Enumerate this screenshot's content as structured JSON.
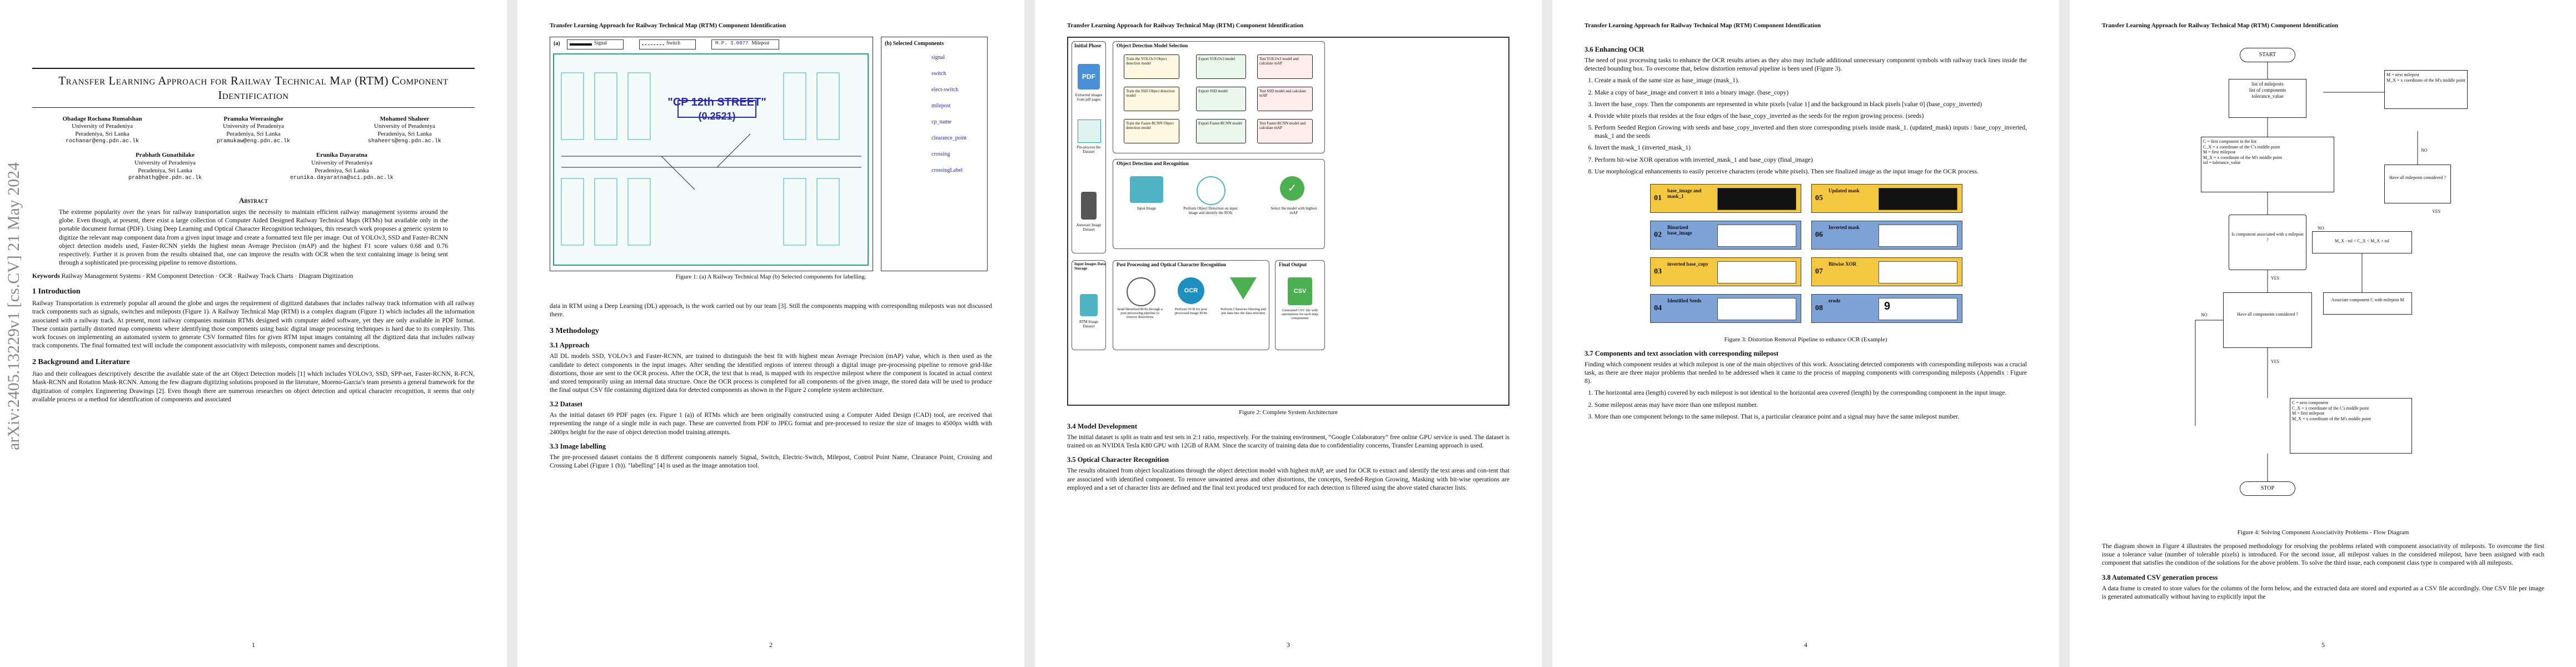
{
  "arxiv_id": "arXiv:2405.13229v1  [cs.CV]  21 May 2024",
  "running_head": "Transfer Learning Approach for Railway Technical Map (RTM) Component Identification",
  "title": "Transfer Learning Approach for Railway Technical Map (RTM) Component Identification",
  "authors_row1": [
    {
      "name": "Obadage Rochana Rumalshan",
      "aff1": "University of Peradeniya",
      "aff2": "Peradeniya, Sri Lanka",
      "email": "rochanar@eng.pdn.ac.lk"
    },
    {
      "name": "Pramuka Weerasinghe",
      "aff1": "University of Peradeniya",
      "aff2": "Peradeniya, Sri Lanka",
      "email": "pramukaw@eng.pdn.ac.lk"
    },
    {
      "name": "Mohamed Shaheer",
      "aff1": "University of Peradeniya",
      "aff2": "Peradeniya, Sri Lanka",
      "email": "shaheers@eng.pdn.ac.lk"
    }
  ],
  "authors_row2": [
    {
      "name": "Prabhath Gunathilake",
      "aff1": "University of Peradeniya",
      "aff2": "Peradeniya, Sri Lanka",
      "email": "prabhathg@ee.pdn.ac.lk"
    },
    {
      "name": "Erunika Dayaratna",
      "aff1": "University of Peradeniya",
      "aff2": "Peradeniya, Sri Lanka",
      "email": "erunika.dayaratna@sci.pdn.ac.lk"
    }
  ],
  "abstract_heading": "Abstract",
  "abstract": "The extreme popularity over the years for railway transportation urges the necessity to maintain efficient railway management systems around the globe. Even though, at present, there exist a large collection of Computer Aided Designed Railway Technical Maps (RTMs) but available only in the portable document format (PDF). Using Deep Learning and Optical Character Recognition techniques, this research work proposes a generic system to digitize the relevant map component data from a given input image and create a formatted text file per image. Out of YOLOv3, SSD and Faster-RCNN object detection models used, Faster-RCNN yields the highest mean Average Precision (mAP) and the highest F1 score values 0.68 and 0.76 respectively. Further it is proven from the results obtained that, one can improve the results with OCR when the text containing image is being sent through a sophisticated pre-processing pipeline to remove distortions.",
  "keywords_label": "Keywords",
  "keywords": "Railway Management Systems · RM Component Detection · OCR · Railway Track Charts · Diagram Digitization",
  "p1": {
    "s1": "1   Introduction",
    "s1_text": "Railway Transportation is extremely popular all around the globe and urges the requirement of digitized databases that includes railway track information with all railway track components such as signals, switches and mileposts (Figure 1). A Railway Technical Map (RTM) is a complex diagram (Figure 1) which includes all the information associated with a railway track. At present, most railway companies maintain RTMs designed with computer aided software, yet they are only available in PDF format. These contain partially distorted map components where identifying those components using basic digital image processing techniques is hard due to its complexity. This work focuses on implementing an automated system to generate CSV formatted files for given RTM input images containing all the digitized data that includes railway track components. The final formatted text will include the component associativity with mileposts, component names and descriptions.",
    "s2": "2   Background and Literature",
    "s2_text": "Jiao and their colleagues descriptively describe the available state of the art Object Detection models [1] which includes YOLOv3, SSD, SPP-net, Faster-RCNN, R-FCN, Mask-RCNN and Rotation Mask-RCNN. Among the few diagram digitizing solutions proposed in the literature, Moreno-Garcia’s team presents a general framework for the digitization of complex Engineering Drawings [2]. Even though there are numerous researches on object detection and optical character recognition, it seems that only available process or a method for identification of components and associated",
    "page": "1"
  },
  "p2": {
    "legend_signal": "Signal",
    "legend_switch": "Switch",
    "legend_milepost": "Milepost",
    "legend_milepost_code": "M.P. 3.0877",
    "panel_a": "(a)",
    "panel_b": "(b) Selected Components",
    "big_label": "\"CP 12th STREET\"",
    "big_value": "(0.2521)",
    "components": [
      "signal",
      "switch",
      "elect-switch",
      "milepost",
      "cp_name",
      "clearance_point",
      "crossing",
      "crossingLabel"
    ],
    "caption": "Figure 1: (a) A Railway Technical Map (b) Selected components for labelling.",
    "cont_text": "data in RTM using a Deep Learning (DL) approach, is the work carried out by our team [3]. Still the components mapping with corresponding mileposts was not discussed there.",
    "s3": "3   Methodology",
    "s31": "3.1   Approach",
    "s31_text": "All DL models SSD, YOLOv3 and Faster-RCNN, are trained to distinguish the best fit with highest mean Average Precision (mAP) value, which is then used as the candidate to detect components in the input images. After sending the identified regions of interest through a digital image pre-processing pipeline to remove grid-like distortions, those are sent to the OCR process. After the OCR, the text that is read, is mapped with its respective milepost where the component is located in actual context and stored temporarily using an internal data structure. Once the OCR process is completed for all components of the given image, the stored data will be used to produce the final output CSV file containing digitized data for detected components as shown in the Figure 2 complete system architecture.",
    "s32": "3.2   Dataset",
    "s32_text": "As the initial dataset 69 PDF pages (ex. Figure 1 (a)) of RTMs which are been originally constructed using a Computer Aided Design (CAD) tool, are received that representing the range of a single mile in each page. These are converted from PDF to JPEG format and pre-processed to resize the size of images to 4500px width with 2400px height for the ease of object detection model training attempts.",
    "s33": "3.3   Image labelling",
    "s33_text": "The pre-processed dataset contains the 8 different components namely Signal, Switch, Electric-Switch, Milepost, Control Point Name, Clearance Point, Crossing and Crossing Label (Figure 1 (b)). \"labelling\" [4] is used as the image annotation tool.",
    "page": "2"
  },
  "p3": {
    "initial_phase": "Initial Phase",
    "extracted_images": "Extracted images from pdf pages",
    "preprocess": "Pre-process the Dataset",
    "annotate": "Annotate Image Dataset",
    "model_selection": "Object Detection Model Selection",
    "train": [
      "Train the YOLOv3 Object detection model",
      "Train the SSD Object detection model",
      "Train the Faster-RCNN Object detection model"
    ],
    "export": [
      "Export YOLOv3 model",
      "Export SSD model",
      "Export Faster-RCNN model"
    ],
    "test": [
      "Test YOLOv3 model and calculate mAP",
      "Test SSD model and calculate mAP",
      "Test Faster-RCNN model and calculate mAP"
    ],
    "odr": "Object Detection and Recognition",
    "input_image": "Input Image",
    "perform_od": "Perform Object Detection on input image and identify the ROIs",
    "select_model": "Select the model with highest mAP",
    "input_storage": "Input Images Data Storage",
    "rtm_dataset": "RTM Image Dataset",
    "post_proc": "Post Processing and Optical Character Recognition",
    "pp_steps": [
      "Send Identified ROIs through a post processing pipeline to remove distortions",
      "Perform OCR for post processed image ROIs",
      "Perform Character filtering and put data into the data structure"
    ],
    "final_output": "Final Output",
    "generated_csv": "Generated CSV file with annotations for each map components",
    "caption": "Figure 2: Complete System Architecture",
    "s34": "3.4   Model Development",
    "s34_text": "The initial dataset is split as train and test sets in 2:1 ratio, respectively. For the training environment, “Google Colaboratory” free online GPU service is used. The dataset is trained on an NVIDIA Tesla K80 GPU with 12GB of RAM. Since the scarcity of training data due to confidentiality concerns, Transfer Learning approach is used.",
    "s35": "3.5   Optical Character Recognition",
    "s35_text": "The results obtained from object localizations through the object detection model with highest mAP, are used for OCR to extract and identify the text areas and con-tent that are associated with identified component. To remove unwanted areas and other distortions, the concepts, Seeded-Region Growing, Masking with bit-wise operations are employed and a set of character lists are defined and the final text produced text produced for each detection is filtered using the above stated character lists.",
    "page": "3"
  },
  "p4": {
    "s36": "3.6   Enhancing OCR",
    "s36_text": "The need of post processing tasks to enhance the OCR results arises as they also may include additional unnecessary component symbols with railway track lines inside the detected bounding box. To overcome that, below distortion removal pipeline is been used (Figure 3).",
    "steps": [
      "Create a mask of the same size as base_image (mask_1).",
      "Make a copy of base_image and convert it into a binary image. (base_copy)",
      "Invert the base_copy. Then the components are represented in white pixels [value 1] and the background in black pixels [value 0] (base_copy_inverted)",
      "Provide white pixels that resides at the four edges of the base_copy_inverted as the seeds for the region growing process. (seeds)",
      "Perform Seeded Region Growing with seeds and base_copy_inverted and then store corresponding pixels inside mask_1. (updated_mask) inputs : base_copy_inverted, mask_1 and the seeds",
      "Invert the mask_1 (inverted_mask_1)",
      "Perform bit-wise XOR operation with inverted_mask_1 and base_copy (final_image)",
      "Use morphological enhancements to easily perceive characters (erode white pixels). Then see finalized image as the input image for the OCR process."
    ],
    "fig_steps": [
      {
        "n": "01",
        "t": "base_image and mask_1",
        "c": "#f5c842"
      },
      {
        "n": "05",
        "t": "Updated mask",
        "c": "#f5c842"
      },
      {
        "n": "02",
        "t": "Binarized base_image",
        "c": "#7ea1d6"
      },
      {
        "n": "06",
        "t": "Inverted mask",
        "c": "#7ea1d6"
      },
      {
        "n": "03",
        "t": "inverted base_copy",
        "c": "#f5c842"
      },
      {
        "n": "07",
        "t": "Bitwise XOR",
        "c": "#f5c842"
      },
      {
        "n": "04",
        "t": "Identified Seeds",
        "c": "#7ea1d6"
      },
      {
        "n": "08",
        "t": "erode",
        "c": "#7ea1d6"
      }
    ],
    "erode_value": "9",
    "caption": "Figure 3: Distortion Removal Pipeline to enhance OCR (Example)",
    "s37": "3.7   Components and text association with corresponding milepost",
    "s37_text": "Finding which component resides at which milepost is one of the main objectives of this work. Associating detected components with corresponding mileposts was a crucial task, as there are three major problems that needed to be addressed when it came to the process of mapping components with corresponding mileposts (Appendix : Figure 8).",
    "problems": [
      "The horizontal area (length) covered by each milepost is not identical to the horizontal area covered (length) by the corresponding component in the input image.",
      "Some milepost areas may have more than one milepost number.",
      "More than one component belongs to the same milepost. That is, a particular clearance point and a signal may have the same milepost number."
    ],
    "page": "4"
  },
  "p5": {
    "start": "START",
    "stop": "STOP",
    "list_box": "list of mileposts\nlist of components\ntolerance_value",
    "def_box": "C    = first component in the list\nC_X = x coordinate of the C's middle point\nM    = first milepost\nM_X = x coordinate of the M's middle point\ntol   = tolerance_value",
    "next_milepost": "M     = next milepost\nM_X = x coordinate of the M's middle point",
    "is_assoc": "Is component associated with a milepost ?",
    "cond": "M_X - tol < C_X < M_X + tol",
    "all_mp": "Have all mileposts considered ?",
    "all_comp": "Have all components considered ?",
    "associate": "Associate component C with milepost M",
    "next_comp": "C    = next component\nC_X = x coordinate of the C's middle point\nM    = first milepost\nM_X = x coordinate of the M's middle point",
    "yes": "YES",
    "no": "NO",
    "caption": "Figure 4: Solving Component Associativity Problems - Flow Diagram",
    "text1": "The diagram shown in Figure 4 illustrates the proposed methodology for resolving the problems related with component associativity of mileposts. To overcome the first issue a tolerance value (number of tolerable pixels) is introduced. For the second issue, all milepost values in the considered milepost, have been assigned with each component that satisfies the condition of the solutions for the above problem. To solve the third issue, each component class type is compared with all mileposts.",
    "s38": "3.8   Automated CSV generation process",
    "s38_text": "A data frame is created to store values for the columns of the form below, and the extracted data are stored and exported as a CSV file accordingly. One CSV file per image is generated automatically without having to explicitly input the",
    "page": "5"
  },
  "colors": {
    "accent_blue": "#2a2aa8",
    "yellow": "#f5c842",
    "lightblue": "#7ea1d6",
    "green": "#4caf50",
    "teal": "#2a9d8f"
  }
}
